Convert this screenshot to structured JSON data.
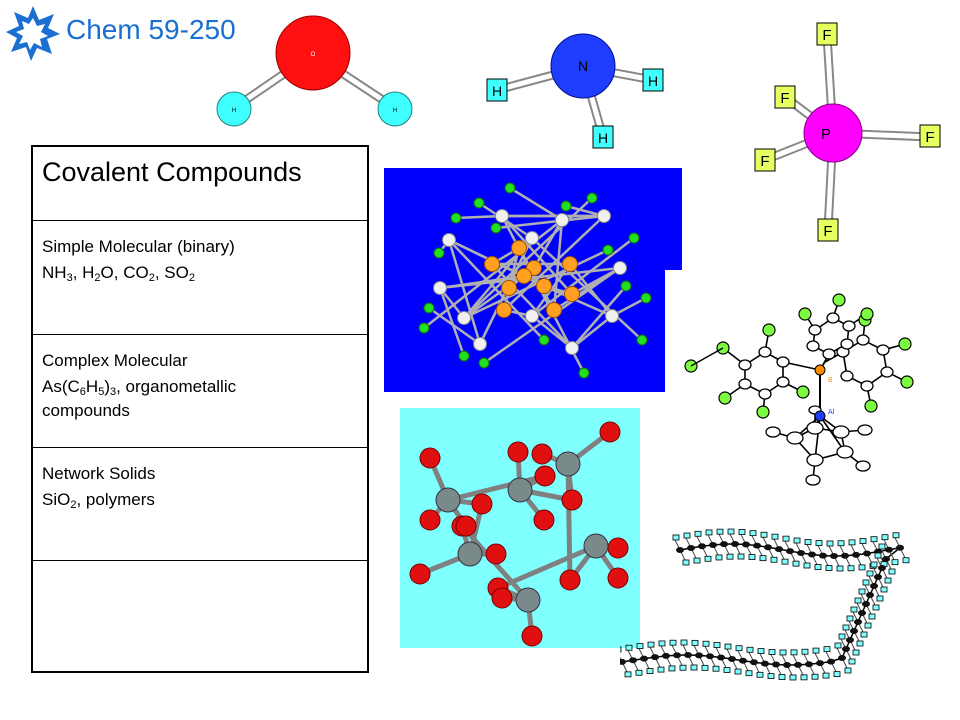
{
  "header": {
    "title": "Chem 59-250"
  },
  "table": {
    "heading": "Covalent Compounds",
    "rows": [
      {
        "label": "Simple Molecular (binary)"
      },
      {
        "label": "Complex Molecular",
        "line2": "compounds"
      },
      {
        "label": "Network Solids"
      },
      {
        "label": ""
      }
    ]
  },
  "molecules": {
    "water": {
      "atom_labels": [
        "O",
        "H",
        "H"
      ]
    },
    "ammonia": {
      "atom_labels": [
        "N",
        "H",
        "H",
        "H"
      ]
    },
    "pf5": {
      "atom_labels": [
        "P",
        "F",
        "F",
        "F",
        "F",
        "F"
      ]
    },
    "borane_complex": {
      "atom_labels": [
        "B",
        "Al"
      ]
    }
  },
  "colors": {
    "title": "#1a6fd0",
    "cluster_bg": "#0000ff",
    "silicate_bg": "#80ffff",
    "oxygen": "#ff0000",
    "nitrogen": "#1f3dff",
    "phosphorus": "#ff00ff",
    "fluorine": "#e8ff60",
    "hydrogen": "#40ffff"
  }
}
